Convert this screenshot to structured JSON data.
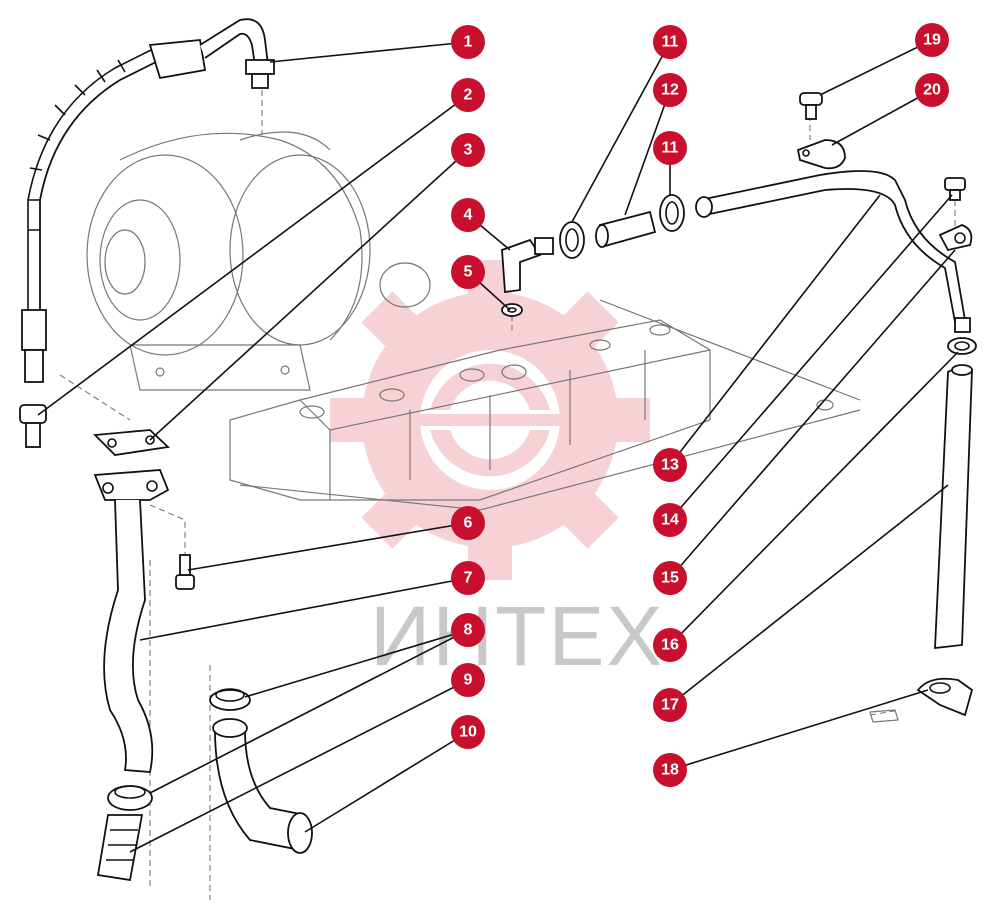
{
  "watermark": {
    "text": "ИНТЕХ",
    "color": "#c8102e"
  },
  "callouts": {
    "c1": "1",
    "c2": "2",
    "c3": "3",
    "c4": "4",
    "c5": "5",
    "c6": "6",
    "c7": "7",
    "c8": "8",
    "c9": "9",
    "c10": "10",
    "c11a": "11",
    "c12": "12",
    "c11b": "11",
    "c13": "13",
    "c14": "14",
    "c15": "15",
    "c16": "16",
    "c17": "17",
    "c18": "18",
    "c19": "19",
    "c20": "20"
  },
  "colors": {
    "badge": "#c8102e",
    "line": "#111111",
    "watermark_gray": "#c8c8c8"
  }
}
